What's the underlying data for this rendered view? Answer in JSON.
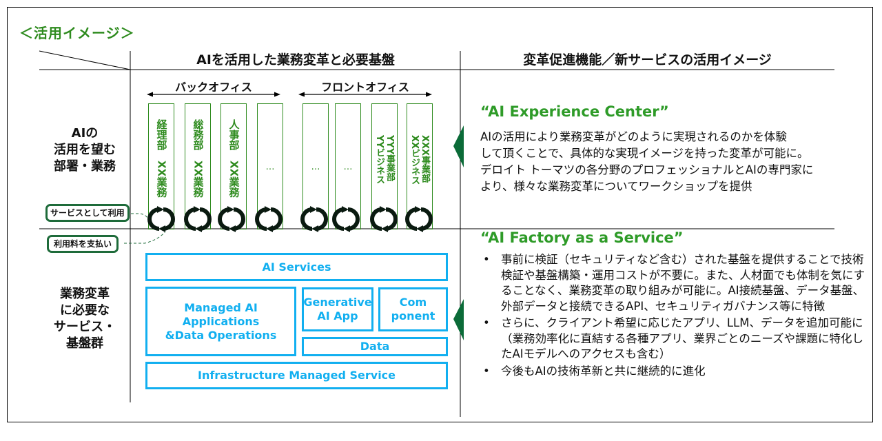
{
  "title": "＜活用イメージ＞",
  "columns": {
    "left_header": "AIを活用した業務変革と必要基盤",
    "right_header": "変革促進機能／新サービスの活用イメージ"
  },
  "rows": {
    "top_label_lines": [
      "AIの",
      "活用を望む",
      "部署・業務"
    ],
    "bottom_label_lines": [
      "業務変革",
      "に必要な",
      "サービス・",
      "基盤群"
    ]
  },
  "groups": {
    "back_office": "バックオフィス",
    "front_office": "フロントオフィス"
  },
  "departments": [
    {
      "label": "経理部 XX業務",
      "placeholder": false
    },
    {
      "label": "総務部 XX業務",
      "placeholder": false
    },
    {
      "label": "人事部 XX業務",
      "placeholder": false
    },
    {
      "label": "…",
      "placeholder": true
    },
    {
      "label": "…",
      "placeholder": true
    },
    {
      "label": "…",
      "placeholder": true
    },
    {
      "label": "YYY事業部 YYビジネス",
      "placeholder": false
    },
    {
      "label": "XXX事業部 XXビジネス",
      "placeholder": false
    }
  ],
  "dept_texts": {
    "d0": "経理部　XX業務",
    "d1": "総務部　XX業務",
    "d2": "人事部　XX業務",
    "d3": "…",
    "d4": "…",
    "d5": "…",
    "d6a": "YYY事業部",
    "d6b": "YYビジネス",
    "d7a": "XXX事業部",
    "d7b": "XXビジネス"
  },
  "tags": {
    "use_as_service": "サービスとして利用",
    "pay_fee": "利用料を支払い"
  },
  "platform": {
    "ai_services": "AI Services",
    "managed_ai_line1": "Managed AI Applications",
    "managed_ai_line2": "&Data Operations",
    "generative_line1": "Generative",
    "generative_line2": "AI App",
    "component_line1": "Com",
    "component_line2": "ponent",
    "data": "Data",
    "infrastructure": "Infrastructure Managed Service"
  },
  "experience_center": {
    "title": "“AI Experience Center”",
    "lines": [
      "AIの活用により業務変革がどのように実現されるのかを体験",
      "して頂くことで、具体的な実現イメージを持った変革が可能に。",
      "デロイト トーマツの各分野のプロフェッショナルとAIの専門家に",
      "より、様々な業務変革についてワークショップを提供"
    ]
  },
  "factory": {
    "title": "“AI Factory as a Service”",
    "bullets": [
      "事前に検証（セキュリティなど含む）された基盤を提供することで技術検証や基盤構築・運用コストが不要に。また、人材面でも体制を気にすることなく、業務変革の取り組みが可能に。AI接続基盤、データ基盤、外部データと接続できるAPI、セキュリティガバナンス等に特徴",
      "さらに、クライアント希望に応じたアプリ、LLM、データを追加可能に（業務効率化に直結する各種アプリ、業界ごとのニーズや課題に特化したAIモデルへのアクセスも含む）",
      "今後もAIの技術革新と共に継続的に進化"
    ]
  },
  "colors": {
    "green_text": "#2e8b1e",
    "dark_green": "#1e6b3a",
    "arrow_green": "#0b6b38",
    "blue": "#11aff0"
  }
}
